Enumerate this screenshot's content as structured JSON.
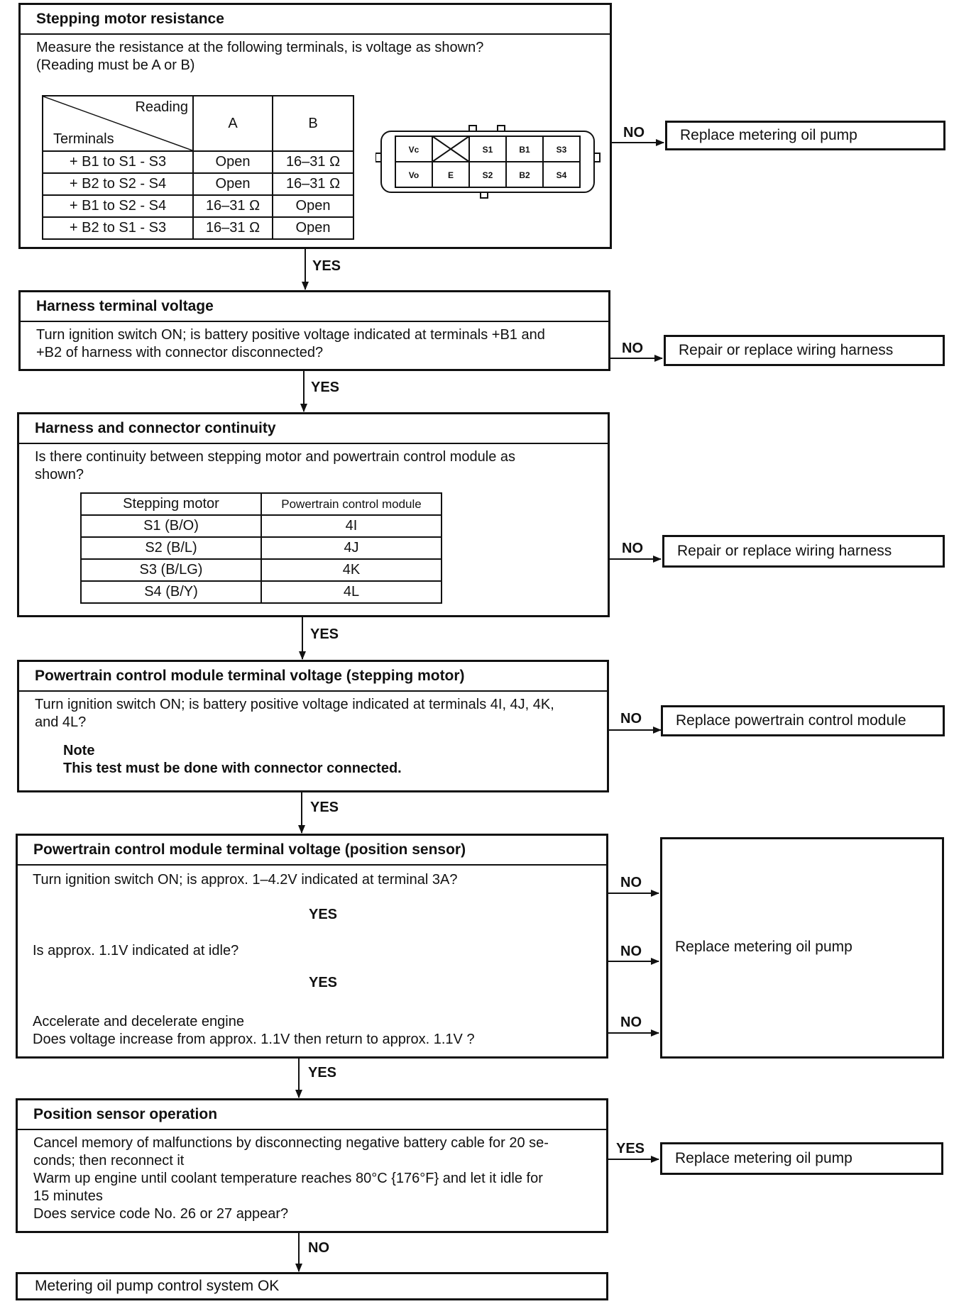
{
  "yes_label": "YES",
  "no_label": "NO",
  "step1": {
    "title": "Stepping motor resistance",
    "question_line1": "Measure the resistance at the following terminals, is voltage as shown?",
    "question_line2": "(Reading must be A or B)",
    "table": {
      "header_reading": "Reading",
      "header_terminals": "Terminals",
      "col_a": "A",
      "col_b": "B",
      "rows": [
        {
          "terminals": "+ B1 to S1 - S3",
          "a": "Open",
          "b": "16–31 Ω"
        },
        {
          "terminals": "+ B2 to S2 - S4",
          "a": "Open",
          "b": "16–31 Ω"
        },
        {
          "terminals": "+ B1 to S2 - S4",
          "a": "16–31 Ω",
          "b": "Open"
        },
        {
          "terminals": "+ B2 to S1 - S3",
          "a": "16–31 Ω",
          "b": "Open"
        }
      ]
    },
    "connector": {
      "top_row": [
        "Vc",
        "",
        "S1",
        "B1",
        "S3"
      ],
      "bottom_row": [
        "Vo",
        "E",
        "S2",
        "B2",
        "S4"
      ]
    },
    "no_action": "Replace metering oil pump"
  },
  "step2": {
    "title": "Harness terminal voltage",
    "question_line1": "Turn ignition switch ON; is battery positive voltage indicated at terminals +B1 and",
    "question_line2": "+B2 of harness with connector disconnected?",
    "no_action": "Repair or replace wiring harness"
  },
  "step3": {
    "title": "Harness and connector continuity",
    "question_line1": "Is there continuity between stepping motor and powertrain control module as",
    "question_line2": "shown?",
    "table": {
      "header_motor": "Stepping motor",
      "header_pcm": "Powertrain control module",
      "rows": [
        {
          "motor": "S1 (B/O)",
          "pcm": "4I"
        },
        {
          "motor": "S2 (B/L)",
          "pcm": "4J"
        },
        {
          "motor": "S3 (B/LG)",
          "pcm": "4K"
        },
        {
          "motor": "S4 (B/Y)",
          "pcm": "4L"
        }
      ]
    },
    "no_action": "Repair or replace wiring harness"
  },
  "step4": {
    "title": "Powertrain control module terminal voltage (stepping motor)",
    "question_line1": "Turn ignition switch ON; is battery positive voltage indicated at terminals 4I, 4J, 4K,",
    "question_line2": "and 4L?",
    "note_title": "Note",
    "note_text": "This test must be done with connector connected.",
    "no_action": "Replace powertrain control module"
  },
  "step5": {
    "title": "Powertrain control module terminal voltage (position sensor)",
    "q1": "Turn ignition switch ON; is approx. 1–4.2V indicated at terminal 3A?",
    "q2": "Is approx. 1.1V indicated at idle?",
    "q3_line1": "Accelerate and decelerate engine",
    "q3_line2": "Does voltage increase from  approx. 1.1V then return to  approx. 1.1V ?",
    "no_action": "Replace metering oil pump"
  },
  "step6": {
    "title": "Position sensor operation",
    "line1": "Cancel memory of malfunctions by disconnecting negative battery cable for 20 se-",
    "line2": "conds; then reconnect it",
    "line3": "Warm up engine until coolant temperature reaches 80°C {176°F} and let it idle for",
    "line4": "15 minutes",
    "line5": "Does service code No. 26 or 27 appear?",
    "yes_action": "Replace metering oil pump"
  },
  "final": {
    "text": "Metering oil pump control system OK"
  }
}
